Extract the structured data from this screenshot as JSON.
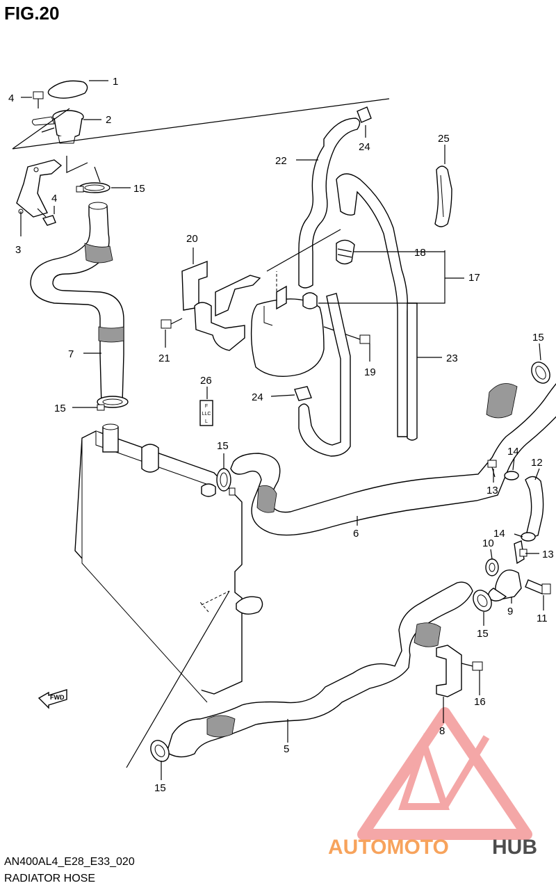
{
  "header": {
    "figure_label": "FIG.20"
  },
  "footer": {
    "model_code": "AN400AL4_E28_E33_020",
    "section_name": "RADIATOR HOSE"
  },
  "diagram": {
    "callouts": [
      {
        "id": "c1",
        "label": "1"
      },
      {
        "id": "c2",
        "label": "2"
      },
      {
        "id": "c3",
        "label": "3"
      },
      {
        "id": "c4a",
        "label": "4"
      },
      {
        "id": "c4b",
        "label": "4"
      },
      {
        "id": "c5",
        "label": "5"
      },
      {
        "id": "c6",
        "label": "6"
      },
      {
        "id": "c7",
        "label": "7"
      },
      {
        "id": "c8",
        "label": "8"
      },
      {
        "id": "c9",
        "label": "9"
      },
      {
        "id": "c10",
        "label": "10"
      },
      {
        "id": "c11",
        "label": "11"
      },
      {
        "id": "c12",
        "label": "12"
      },
      {
        "id": "c13a",
        "label": "13"
      },
      {
        "id": "c13b",
        "label": "13"
      },
      {
        "id": "c14a",
        "label": "14"
      },
      {
        "id": "c14b",
        "label": "14"
      },
      {
        "id": "c15a",
        "label": "15"
      },
      {
        "id": "c15b",
        "label": "15"
      },
      {
        "id": "c15c",
        "label": "15"
      },
      {
        "id": "c15d",
        "label": "15"
      },
      {
        "id": "c15e",
        "label": "15"
      },
      {
        "id": "c15f",
        "label": "15"
      },
      {
        "id": "c16",
        "label": "16"
      },
      {
        "id": "c17",
        "label": "17"
      },
      {
        "id": "c18",
        "label": "18"
      },
      {
        "id": "c19",
        "label": "19"
      },
      {
        "id": "c20",
        "label": "20"
      },
      {
        "id": "c21",
        "label": "21"
      },
      {
        "id": "c22",
        "label": "22"
      },
      {
        "id": "c23",
        "label": "23"
      },
      {
        "id": "c24a",
        "label": "24"
      },
      {
        "id": "c24b",
        "label": "24"
      },
      {
        "id": "c25",
        "label": "25"
      },
      {
        "id": "c26",
        "label": "26"
      }
    ],
    "label_tag": [
      "F",
      "LLC",
      "L"
    ],
    "fwd_arrow": "FWD"
  },
  "watermark": {
    "text_auto": "AUTOMOTO",
    "text_hub": "HUB",
    "color_orange": "#f7a35c",
    "color_dark": "#4d4d4d",
    "color_red": "#e84b4b"
  }
}
